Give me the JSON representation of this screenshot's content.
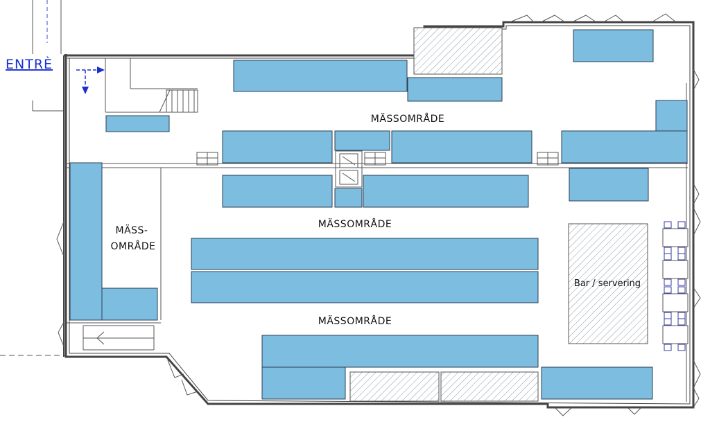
{
  "floorplan": {
    "entry_label": "ENTRÈ",
    "zone_labels": {
      "top": "MÄSSOMRÅDE",
      "middle": "MÄSSOMRÅDE",
      "bottom": "MÄSSOMRÅDE",
      "left_line1": "MÄSS-",
      "left_line2": "OMRÅDE"
    },
    "bar_label": "Bar / servering"
  },
  "colors": {
    "booth_fill": "#7dbde0",
    "entry_arrow": "#1a2fd0",
    "wall": "#444444"
  },
  "icons": [
    "entry-arrow-right-icon",
    "entry-arrow-down-icon",
    "stair-icon",
    "door-swing-icon",
    "chair-icon"
  ]
}
